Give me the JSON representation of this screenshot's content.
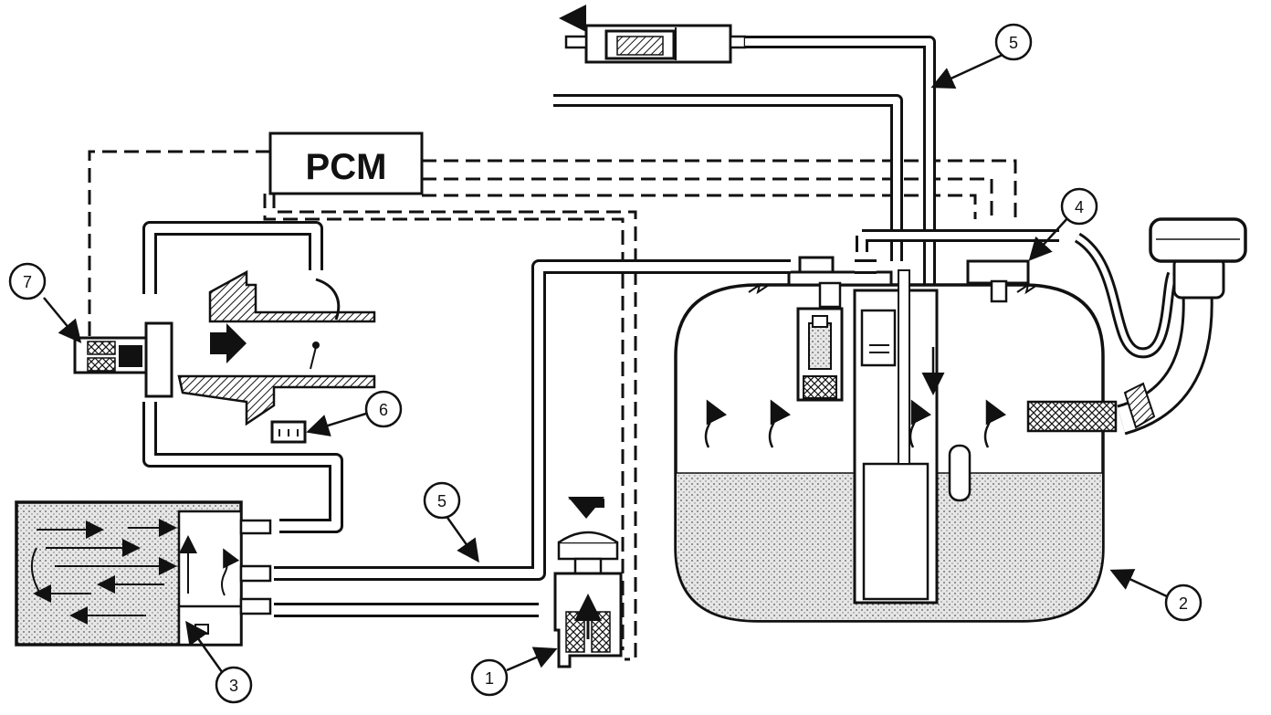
{
  "diagram": {
    "module_label": "PCM",
    "callouts": [
      {
        "id": "1",
        "label": "1"
      },
      {
        "id": "2",
        "label": "2"
      },
      {
        "id": "3",
        "label": "3"
      },
      {
        "id": "4",
        "label": "4"
      },
      {
        "id": "5a",
        "label": "5"
      },
      {
        "id": "5b",
        "label": "5"
      },
      {
        "id": "6",
        "label": "6"
      },
      {
        "id": "7",
        "label": "7"
      }
    ],
    "colors": {
      "line": "#111111",
      "background": "#ffffff",
      "fuel_fill": "#dcdcdc",
      "canister_fill": "#efefef"
    }
  }
}
